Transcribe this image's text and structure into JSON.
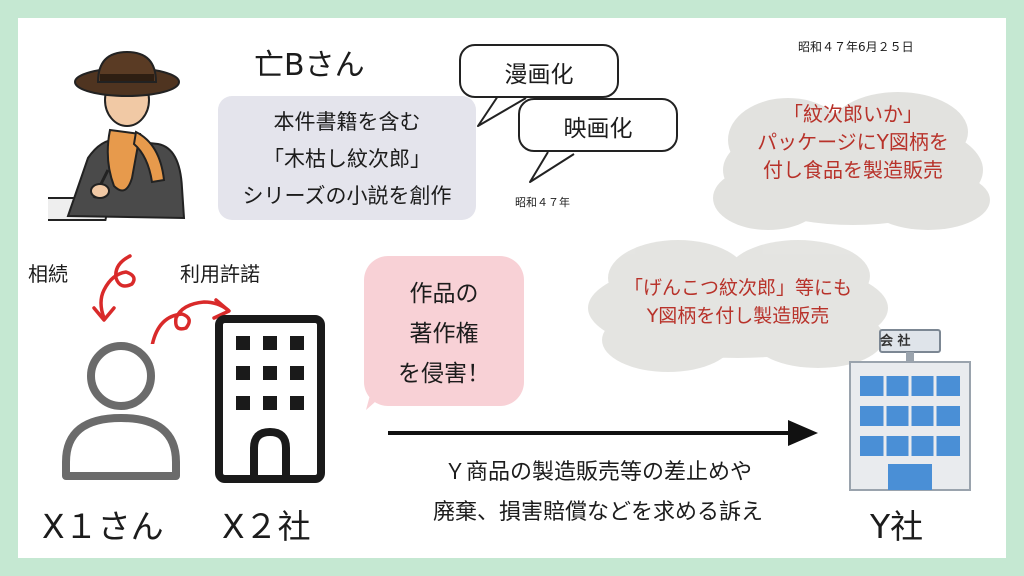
{
  "date_top": "昭和４７年6月２５日",
  "author": {
    "name": "亡Bさん",
    "desc_lines": [
      "本件書籍を含む",
      "「木枯し紋次郎」",
      "シリーズの小説を創作"
    ]
  },
  "adaptations": {
    "manga": "漫画化",
    "film": "映画化",
    "year": "昭和４７年"
  },
  "product_note_1": [
    "「紋次郎いか」",
    "パッケージにY図柄を",
    "付し食品を製造販売"
  ],
  "product_note_2": [
    "「げんこつ紋次郎」等にも",
    "Y図柄を付し製造販売"
  ],
  "relations": {
    "inheritance": "相続",
    "license": "利用許諾"
  },
  "claim_bubble": [
    "作品の",
    "著作権",
    "を侵害！"
  ],
  "parties": {
    "x1": "X１さん",
    "x2": "X２社",
    "y": "Y社",
    "y_sign": "会 社"
  },
  "lawsuit": [
    "Ｙ商品の製造販売等の差止めや",
    "廃棄、損害賠償などを求める訴え"
  ]
}
